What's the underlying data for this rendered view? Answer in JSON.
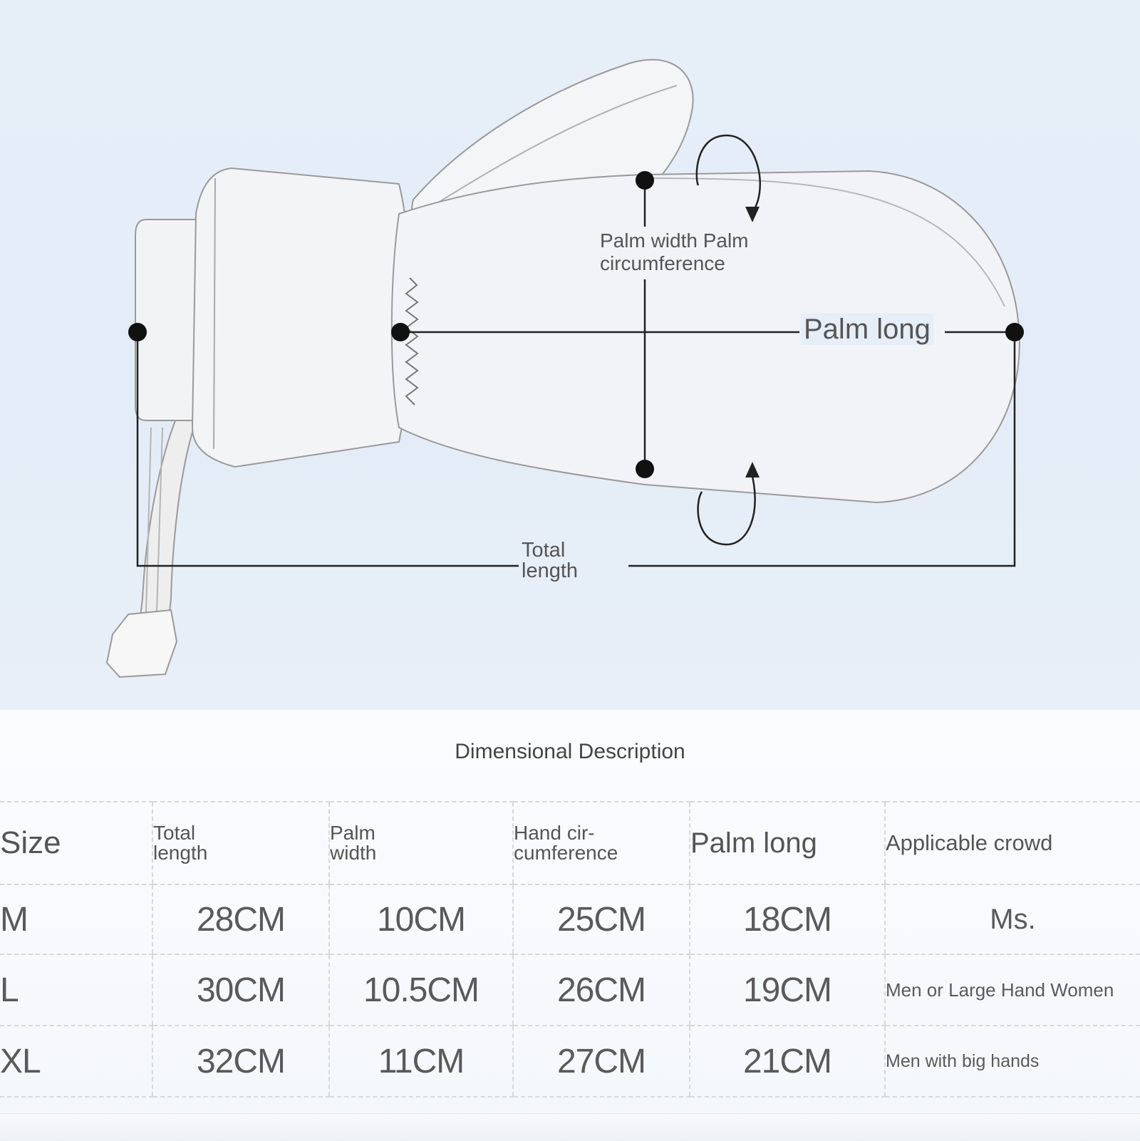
{
  "diagram": {
    "labels": {
      "palm_width": "Palm width Palm circumference",
      "palm_long": "Palm long",
      "total_length": "Total length"
    },
    "colors": {
      "background": "#e6eef8",
      "line": "#222222",
      "glove_fill": "#f1f3f6",
      "glove_outline": "#9a9a9a"
    },
    "icons": [
      "mitten-illustration",
      "rotation-arrow-icon"
    ]
  },
  "table": {
    "title": "Dimensional Description",
    "headers": {
      "size": "Size",
      "total_length_1": "Total",
      "total_length_2": "length",
      "palm_width_1": "Palm",
      "palm_width_2": "width",
      "hand_circ_1": "Hand cir-",
      "hand_circ_2": "cumference",
      "palm_long": "Palm long",
      "crowd": "Applicable crowd"
    },
    "rows": [
      {
        "size": "M",
        "total_length": "28CM",
        "palm_width": "10CM",
        "hand_circumference": "25CM",
        "palm_long": "18CM",
        "crowd": "Ms."
      },
      {
        "size": "L",
        "total_length": "30CM",
        "palm_width": "10.5CM",
        "hand_circumference": "26CM",
        "palm_long": "19CM",
        "crowd": "Men or Large Hand Women"
      },
      {
        "size": "XL",
        "total_length": "32CM",
        "palm_width": "11CM",
        "hand_circumference": "27CM",
        "palm_long": "21CM",
        "crowd": "Men with big hands"
      }
    ]
  }
}
